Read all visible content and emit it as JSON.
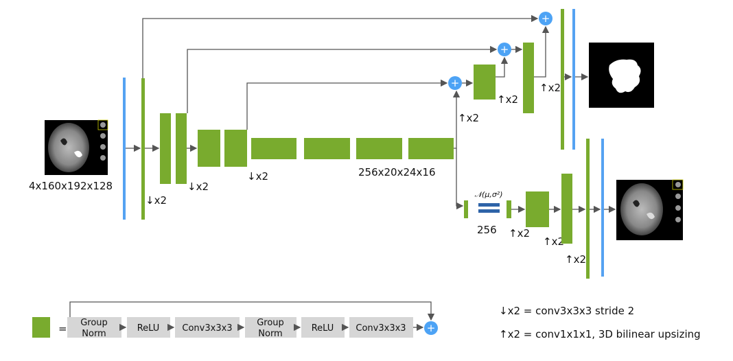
{
  "colors": {
    "block": "#79ab2e",
    "bar": "#55a2f2",
    "plus": "#4da3f5",
    "latent": "#2e63a8",
    "legend_box": "#d6d6d6"
  },
  "input": {
    "shape_label": "4x160x192x128"
  },
  "encoder": {
    "down_labels": [
      "↓x2",
      "↓x2",
      "↓x2"
    ],
    "bottleneck_label": "256x20x24x16"
  },
  "decoder": {
    "up_labels": [
      "↑x2",
      "↑x2",
      "↑x2"
    ],
    "plus_symbol": "+"
  },
  "vae": {
    "distribution": "𝒩(μ,σ²)",
    "latent_size": "256",
    "up_labels": [
      "↑x2",
      "↑x2",
      "↑x2"
    ]
  },
  "legend": {
    "equals": "=",
    "steps": [
      [
        "Group",
        "Norm"
      ],
      [
        "ReLU"
      ],
      [
        "Conv3x3x3"
      ],
      [
        "Group",
        "Norm"
      ],
      [
        "ReLU"
      ],
      [
        "Conv3x3x3"
      ]
    ],
    "plus_symbol": "+",
    "down_def": "↓x2 = conv3x3x3 stride 2",
    "up_def": "↑x2 = conv1x1x1, 3D bilinear upsizing"
  }
}
